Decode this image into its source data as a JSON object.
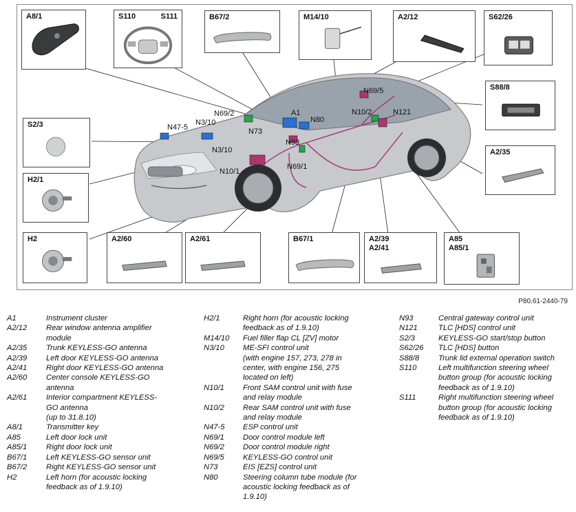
{
  "figure": {
    "boxes": [
      {
        "id": "A8/1",
        "label": "A8/1"
      },
      {
        "id": "S110-S111",
        "label": "S110",
        "label2": "S111"
      },
      {
        "id": "B67/2",
        "label": "B67/2"
      },
      {
        "id": "M14/10",
        "label": "M14/10"
      },
      {
        "id": "A2/12",
        "label": "A2/12"
      },
      {
        "id": "S62/26",
        "label": "S62/26"
      },
      {
        "id": "S88/8",
        "label": "S88/8"
      },
      {
        "id": "S2/3",
        "label": "S2/3"
      },
      {
        "id": "A2/35",
        "label": "A2/35"
      },
      {
        "id": "H2/1",
        "label": "H2/1"
      },
      {
        "id": "H2",
        "label": "H2"
      },
      {
        "id": "A2/60",
        "label": "A2/60"
      },
      {
        "id": "A2/61",
        "label": "A2/61"
      },
      {
        "id": "B67/1",
        "label": "B67/1"
      },
      {
        "id": "A2/39-A2/41",
        "label": "A2/39\nA2/41"
      },
      {
        "id": "A85-A85/1",
        "label": "A85\nA85/1"
      }
    ],
    "callouts": {
      "n69_2": "N69/2",
      "a1": "A1",
      "n47_5": "N47-5",
      "n3_10_top": "N3/10",
      "n73": "N73",
      "n80": "N80",
      "n93": "N93",
      "n3_10_mid": "N3/10",
      "n10_1": "N10/1",
      "n69_1": "N69/1",
      "n69_5": "N69/5",
      "n10_2": "N10/2",
      "n121": "N121"
    },
    "ref_code": "P80.61-2440-79"
  },
  "legend": {
    "columns": [
      [
        {
          "code": "A1",
          "desc": "Instrument cluster"
        },
        {
          "code": "A2/12",
          "desc": "Rear window antenna amplifier\nmodule"
        },
        {
          "code": "A2/35",
          "desc": "Trunk KEYLESS-GO antenna"
        },
        {
          "code": "A2/39",
          "desc": "Left door KEYLESS-GO antenna"
        },
        {
          "code": "A2/41",
          "desc": "Right door KEYLESS-GO antenna"
        },
        {
          "code": "A2/60",
          "desc": "Center console KEYLESS-GO\nantenna"
        },
        {
          "code": "A2/61",
          "desc": "Interior compartment KEYLESS-\nGO antenna\n(up to 31.8.10)"
        },
        {
          "code": "A8/1",
          "desc": "Transmitter key"
        },
        {
          "code": "A85",
          "desc": "Left door lock unit"
        },
        {
          "code": "A85/1",
          "desc": "Right door lock unit"
        },
        {
          "code": "B67/1",
          "desc": "Left KEYLESS-GO sensor unit"
        },
        {
          "code": "B67/2",
          "desc": "Right KEYLESS-GO sensor unit"
        },
        {
          "code": "H2",
          "desc": "Left horn (for acoustic locking\nfeedback as of 1.9.10)"
        }
      ],
      [
        {
          "code": "H2/1",
          "desc": "Right horn (for acoustic locking\nfeedback as of 1.9.10)"
        },
        {
          "code": "M14/10",
          "desc": "Fuel filler flap CL [ZV] motor"
        },
        {
          "code": "N3/10",
          "desc": "ME-SFI control unit\n(with engine 157, 273, 278 in\ncenter, with engine 156, 275\nlocated on left)"
        },
        {
          "code": "N10/1",
          "desc": "Front SAM control unit with fuse\nand relay module"
        },
        {
          "code": "N10/2",
          "desc": "Rear SAM control unit with fuse\nand relay module"
        },
        {
          "code": "N47-5",
          "desc": "ESP control unit"
        },
        {
          "code": "N69/1",
          "desc": "Door control module left"
        },
        {
          "code": "N69/2",
          "desc": "Door control module right"
        },
        {
          "code": "N69/5",
          "desc": "KEYLESS-GO control unit"
        },
        {
          "code": "N73",
          "desc": "EIS [EZS] control unit"
        },
        {
          "code": "N80",
          "desc": "Steering column tube module (for\nacoustic locking feedback as of\n1.9.10)"
        }
      ],
      [
        {
          "code": "N93",
          "desc": "Central gateway control unit"
        },
        {
          "code": "N121",
          "desc": "TLC [HDS] control unit"
        },
        {
          "code": "S2/3",
          "desc": "KEYLESS-GO start/stop button"
        },
        {
          "code": "S62/26",
          "desc": "TLC [HDS] button"
        },
        {
          "code": "S88/8",
          "desc": "Trunk lid external operation switch"
        },
        {
          "code": "S110",
          "desc": "Left multifunction steering wheel\nbutton group (for acoustic locking\nfeedback as of 1.9.10)"
        },
        {
          "code": "S111",
          "desc": "Right multifunction steering wheel\nbutton group (for acoustic locking\nfeedback as of 1.9.10)"
        }
      ]
    ]
  }
}
